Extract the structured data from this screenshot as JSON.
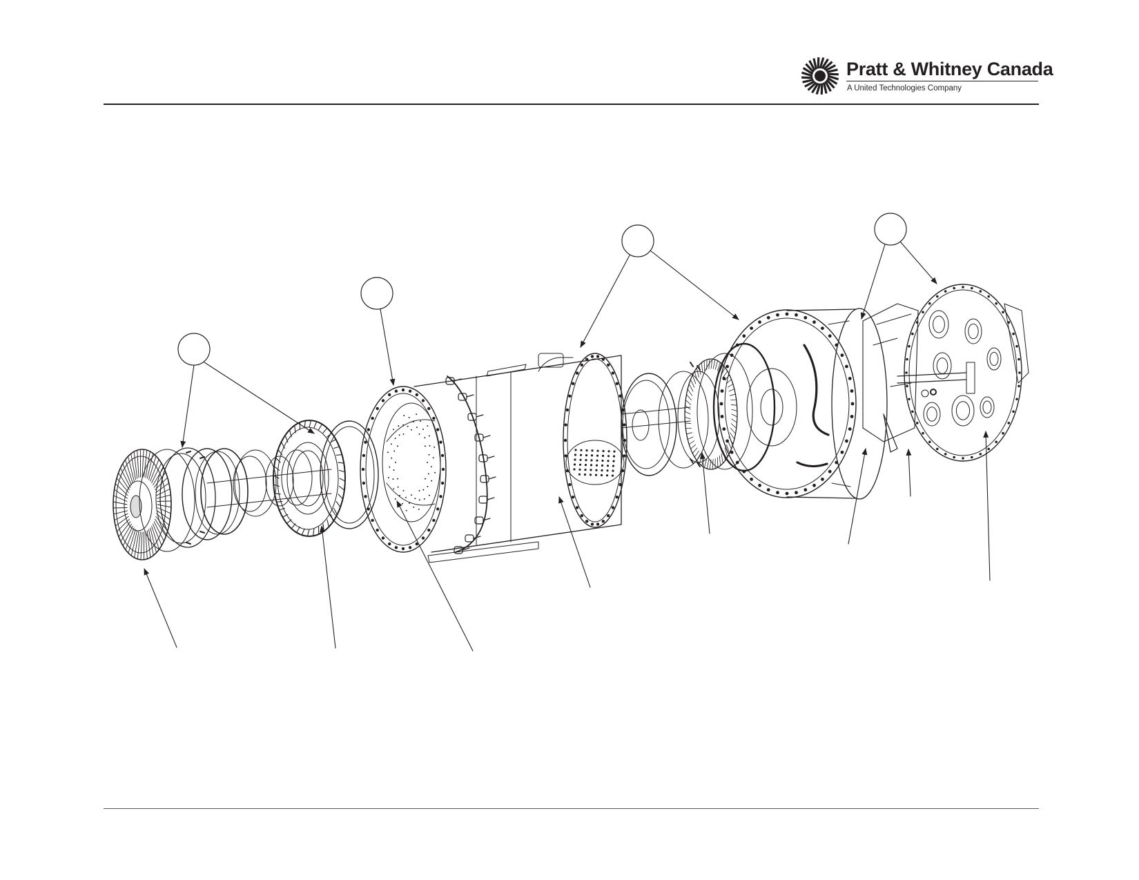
{
  "header": {
    "brand_name": "Pratt & Whitney Canada",
    "brand_tagline": "A United Technologies Company"
  },
  "diagram": {
    "callout_circles": [
      {
        "id": "callout-1",
        "label": ""
      },
      {
        "id": "callout-2",
        "label": ""
      },
      {
        "id": "callout-3",
        "label": ""
      },
      {
        "id": "callout-4",
        "label": ""
      }
    ],
    "line_color": "#231f20"
  }
}
